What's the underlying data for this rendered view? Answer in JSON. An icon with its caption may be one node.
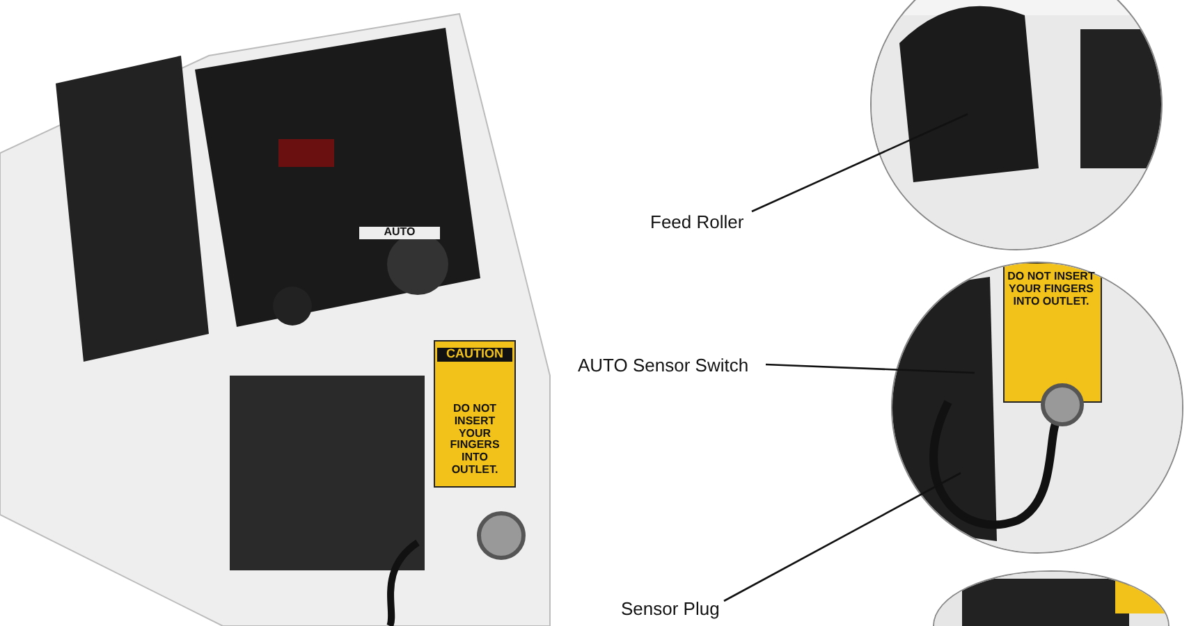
{
  "diagram": {
    "nodes": [
      {
        "text": [],
        "shape": "picture"
      },
      {
        "text": [],
        "shape": "picture"
      },
      {
        "text": [],
        "shape": "picture"
      },
      {
        "text": [],
        "shape": "picture"
      },
      {
        "text": [
          "Feed Roller"
        ]
      },
      {
        "text": [
          "AUTO Sensor Switch"
        ]
      },
      {
        "text": [
          "Sensor Plug"
        ]
      }
    ],
    "edges": [
      {
        "from": 4,
        "to": 1,
        "arrow": "none"
      },
      {
        "from": 5,
        "to": 2,
        "arrow": "none"
      },
      {
        "from": 6,
        "to": 2,
        "arrow": "none"
      }
    ],
    "labels": [
      "AUTO",
      "CAUTION",
      "DO NOT INSERT YOUR FINGERS INTO OUTLET.",
      "DO NOT INSERT YOUR FINGERS INTO OUTLET."
    ]
  }
}
